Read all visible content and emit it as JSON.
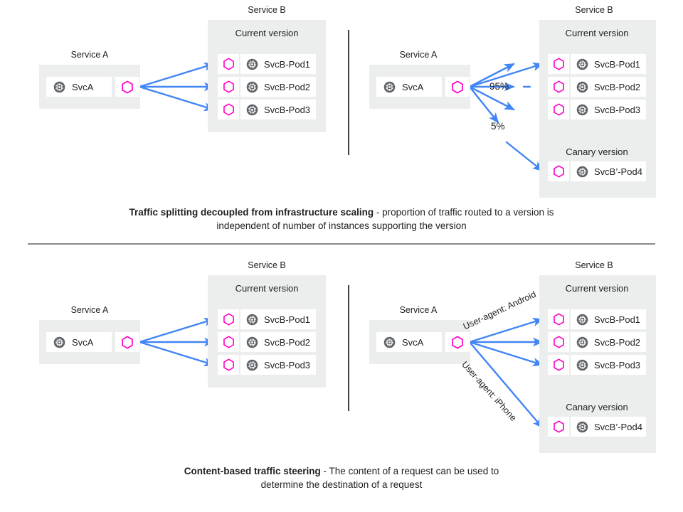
{
  "diagram": {
    "title_icons": {
      "service_icon": "chip-icon",
      "mesh_icon": "hexagon-icon",
      "arrow_icon": "arrow-right-icon"
    },
    "colors": {
      "arrow_blue": "#4285f4",
      "hexagon_magenta": "#ff00cc",
      "chip_grey": "#5f6368",
      "panel_grey": "#eceded",
      "card_white": "#ffffff",
      "text": "#202124",
      "divider_dark": "#3c4043",
      "divider_light": "#868a8d"
    },
    "sections": [
      {
        "id": "traffic-splitting",
        "caption_bold": "Traffic splitting decoupled from infrastructure scaling",
        "caption_rest": " - proportion of traffic routed to a version is",
        "caption_line2": "independent of number of instances supporting the version",
        "panels": [
          {
            "id": "top-left",
            "source": {
              "service_label": "Service A",
              "name": "SvcA"
            },
            "target": {
              "service_label": "Service B",
              "groups": [
                {
                  "version_label": "Current version",
                  "pods": [
                    "SvcB-Pod1",
                    "SvcB-Pod2",
                    "SvcB-Pod3"
                  ]
                }
              ]
            },
            "edge_labels": []
          },
          {
            "id": "top-right",
            "source": {
              "service_label": "Service A",
              "name": "SvcA"
            },
            "target": {
              "service_label": "Service B",
              "groups": [
                {
                  "version_label": "Current version",
                  "pods": [
                    "SvcB-Pod1",
                    "SvcB-Pod2",
                    "SvcB-Pod3"
                  ]
                },
                {
                  "version_label": "Canary  version",
                  "pods": [
                    "SvcB’-Pod4"
                  ]
                }
              ]
            },
            "edge_labels": [
              "95%",
              "5%"
            ]
          }
        ]
      },
      {
        "id": "content-based-steering",
        "caption_bold": "Content-based traffic steering",
        "caption_rest": " - The content of a request can be used to",
        "caption_line2": "determine the destination of a request",
        "panels": [
          {
            "id": "bottom-left",
            "source": {
              "service_label": "Service A",
              "name": "SvcA"
            },
            "target": {
              "service_label": "Service B",
              "groups": [
                {
                  "version_label": "Current version",
                  "pods": [
                    "SvcB-Pod1",
                    "SvcB-Pod2",
                    "SvcB-Pod3"
                  ]
                }
              ]
            },
            "edge_labels": []
          },
          {
            "id": "bottom-right",
            "source": {
              "service_label": "Service A",
              "name": "SvcA"
            },
            "target": {
              "service_label": "Service B",
              "groups": [
                {
                  "version_label": "Current version",
                  "pods": [
                    "SvcB-Pod1",
                    "SvcB-Pod2",
                    "SvcB-Pod3"
                  ]
                },
                {
                  "version_label": "Canary  version",
                  "pods": [
                    "SvcB’-Pod4"
                  ]
                }
              ]
            },
            "edge_labels": [
              "User-agent: Android",
              "User-agent: iPhone"
            ]
          }
        ]
      }
    ]
  }
}
